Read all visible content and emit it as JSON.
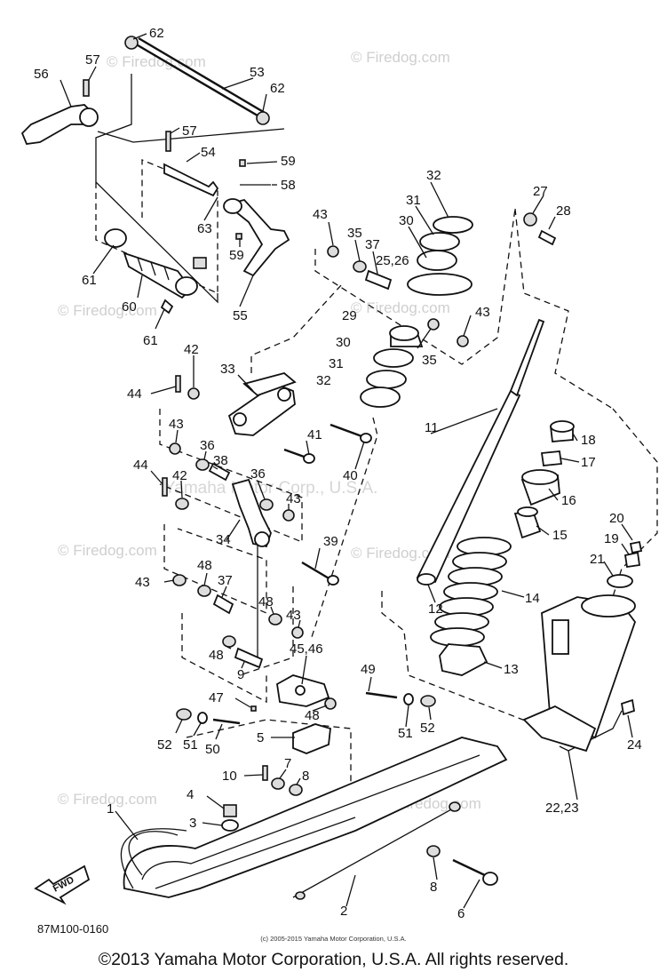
{
  "diagram": {
    "code": "87M100-0160",
    "watermark": "© Firedog.com",
    "center_watermark": "Yamaha Motor Corp., U.S.A.",
    "small_copyright": "(c) 2005-2015 Yamaha Motor Corporation, U.S.A.",
    "front_arrow": "FWD",
    "callouts": {
      "c62a": "62",
      "c62b": "62",
      "c56": "56",
      "c57a": "57",
      "c53": "53",
      "c57b": "57",
      "c54": "54",
      "c59a": "59",
      "c58": "58",
      "c63": "63",
      "c59b": "59",
      "c61a": "61",
      "c60": "60",
      "c61b": "61",
      "c55": "55",
      "c32a": "32",
      "c31a": "31",
      "c30a": "30",
      "c43a": "43",
      "c35a": "35",
      "c37a": "37",
      "c2526": "25,26",
      "c29": "29",
      "c43b": "43",
      "c30b": "30",
      "c35b": "35",
      "c31b": "31",
      "c32b": "32",
      "c27": "27",
      "c28": "28",
      "c42a": "42",
      "c44a": "44",
      "c33": "33",
      "c41": "41",
      "c40": "40",
      "c11": "11",
      "c18": "18",
      "c17": "17",
      "c16": "16",
      "c15": "15",
      "c43c": "43",
      "c36a": "36",
      "c38": "38",
      "c44b": "44",
      "c42b": "42",
      "c36b": "36",
      "c43d": "43",
      "c34": "34",
      "c39": "39",
      "c20": "20",
      "c19": "19",
      "c21": "21",
      "c14": "14",
      "c12": "12",
      "c48a": "48",
      "c37b": "37",
      "c43e": "43",
      "c48b": "48",
      "c43f": "43",
      "c48c": "48",
      "c9": "9",
      "c4546": "45,46",
      "c49": "49",
      "c13": "13",
      "c47": "47",
      "c48d": "48",
      "c52a": "52",
      "c51a": "51",
      "c50": "50",
      "c51b": "51",
      "c52b": "52",
      "c5": "5",
      "c24": "24",
      "c10": "10",
      "c7": "7",
      "c8a": "8",
      "c2223": "22,23",
      "c1": "1",
      "c4": "4",
      "c3": "3",
      "c8b": "8",
      "c2": "2",
      "c6": "6"
    }
  },
  "footer": {
    "copyright": "©2013 Yamaha Motor Corporation, U.S.A. All rights reserved."
  }
}
